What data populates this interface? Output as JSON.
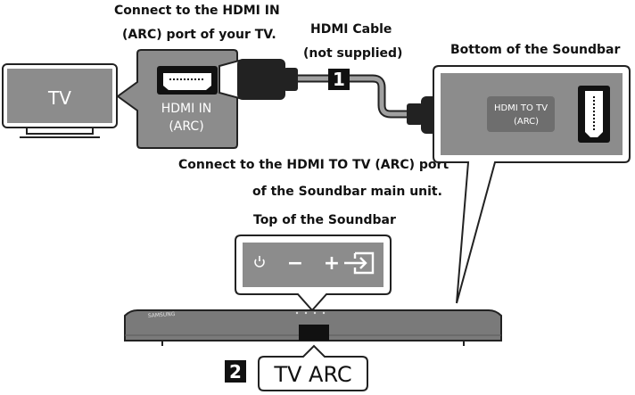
{
  "labels": {
    "connect_tv_line1": "Connect to the HDMI IN",
    "connect_tv_line2": "(ARC) port of your TV.",
    "cable_line1": "HDMI Cable",
    "cable_line2": "(not supplied)",
    "bottom_of_soundbar": "Bottom of the Soundbar",
    "connect_sb_line1": "Connect to the HDMI TO TV (ARC) port",
    "connect_sb_line2": "of the Soundbar main unit.",
    "top_of_soundbar": "Top of the Soundbar"
  },
  "tv": {
    "label": "TV"
  },
  "tv_port": {
    "line1": "HDMI IN",
    "line2": "(ARC)"
  },
  "soundbar_port": {
    "line1": "HDMI TO TV",
    "line2": "(ARC)"
  },
  "soundbar": {
    "brand": "SAMSUNG"
  },
  "steps": [
    {
      "number": "1"
    },
    {
      "number": "2",
      "label": "TV ARC"
    }
  ],
  "top_panel": {
    "minus": "−",
    "plus": "+"
  },
  "colors": {
    "panel_fill": "#8c8c8c",
    "panel_dark": "#6e6e6e",
    "soundbar_fill": "#7a7a7a",
    "cable": "#a0a0a0",
    "text_dark": "#111111"
  }
}
